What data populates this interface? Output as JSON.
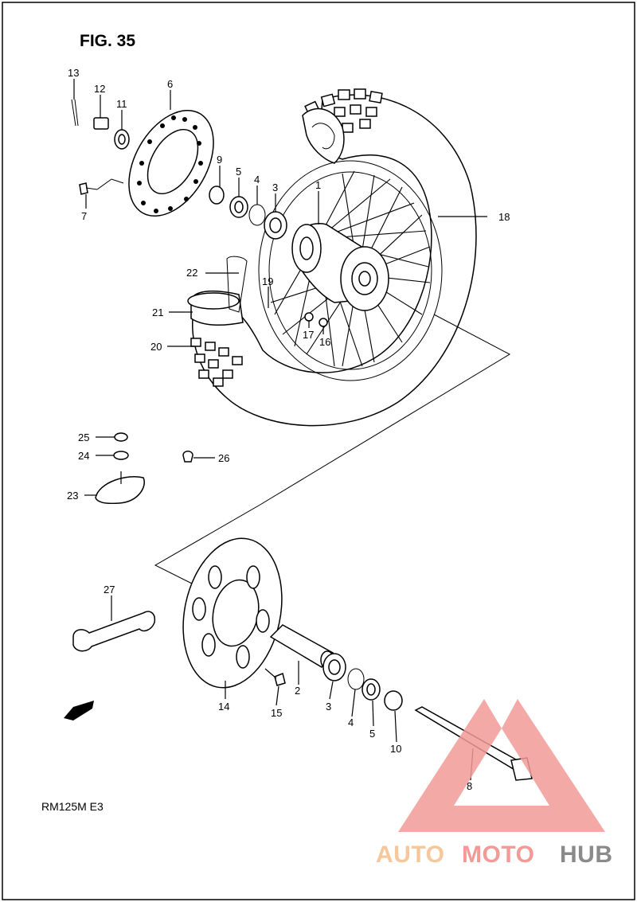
{
  "figure_title": "FIG. 35",
  "model_code": "RM125M  E3",
  "direction_mark": "FWD",
  "callouts": [
    "1",
    "2",
    "3",
    "4",
    "5",
    "6",
    "7",
    "8",
    "9",
    "10",
    "11",
    "12",
    "13",
    "14",
    "15",
    "16",
    "17",
    "18",
    "19",
    "20",
    "21",
    "22",
    "23",
    "24",
    "25",
    "26",
    "27"
  ],
  "watermark": {
    "part1": "AUTO",
    "part2": "MOTO",
    "part3": "HUB",
    "color1": "#f6c79a",
    "color2": "#f19a96",
    "color3": "#8a8a8a"
  }
}
